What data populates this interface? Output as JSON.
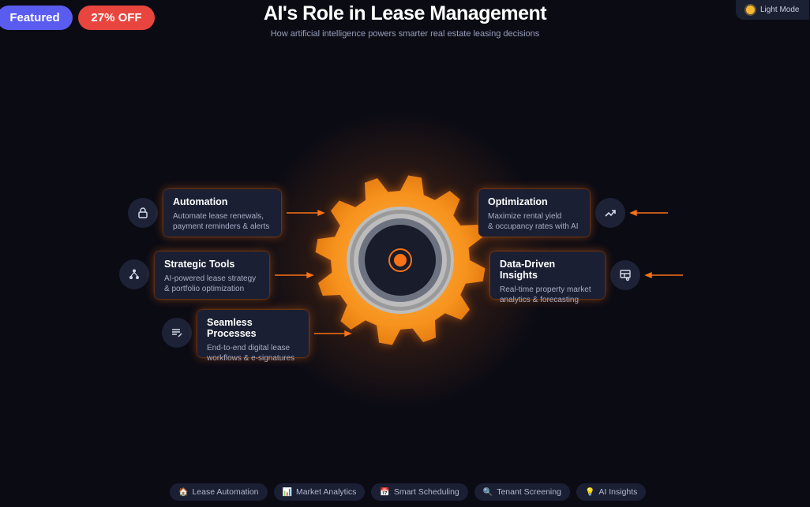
{
  "badges": {
    "featured": "Featured",
    "discount": "27% OFF"
  },
  "theme_toggle": {
    "label": "Light Mode",
    "icon": "sun-icon"
  },
  "header": {
    "title": "AI's Role in Lease Management",
    "subtitle": "How artificial intelligence powers smarter real estate leasing decisions"
  },
  "colors": {
    "accent": "#f97316",
    "background": "#0b0b14",
    "card": "#1a1f33"
  },
  "features_left": [
    {
      "title": "Automation",
      "line1": "Automate lease renewals,",
      "line2": "payment reminders & alerts",
      "icon": "lock-icon"
    },
    {
      "title": "Strategic Tools",
      "line1": "AI-powered lease strategy",
      "line2": "& portfolio optimization",
      "icon": "network-icon"
    },
    {
      "title": "Seamless Processes",
      "line1": "End-to-end digital lease",
      "line2": "workflows & e-signatures",
      "icon": "list-edit-icon"
    }
  ],
  "features_right": [
    {
      "title": "Optimization",
      "line1": "Maximize rental yield",
      "line2": "& occupancy rates with AI",
      "icon": "trending-up-icon"
    },
    {
      "title": "Data-Driven Insights",
      "line1": "Real-time property market",
      "line2": "analytics & forecasting",
      "icon": "dashboard-icon"
    }
  ],
  "chips": [
    {
      "icon": "🏠",
      "label": "Lease Automation"
    },
    {
      "icon": "📊",
      "label": "Market Analytics"
    },
    {
      "icon": "📅",
      "label": "Smart Scheduling"
    },
    {
      "icon": "🔍",
      "label": "Tenant Screening"
    },
    {
      "icon": "💡",
      "label": "AI Insights"
    }
  ]
}
